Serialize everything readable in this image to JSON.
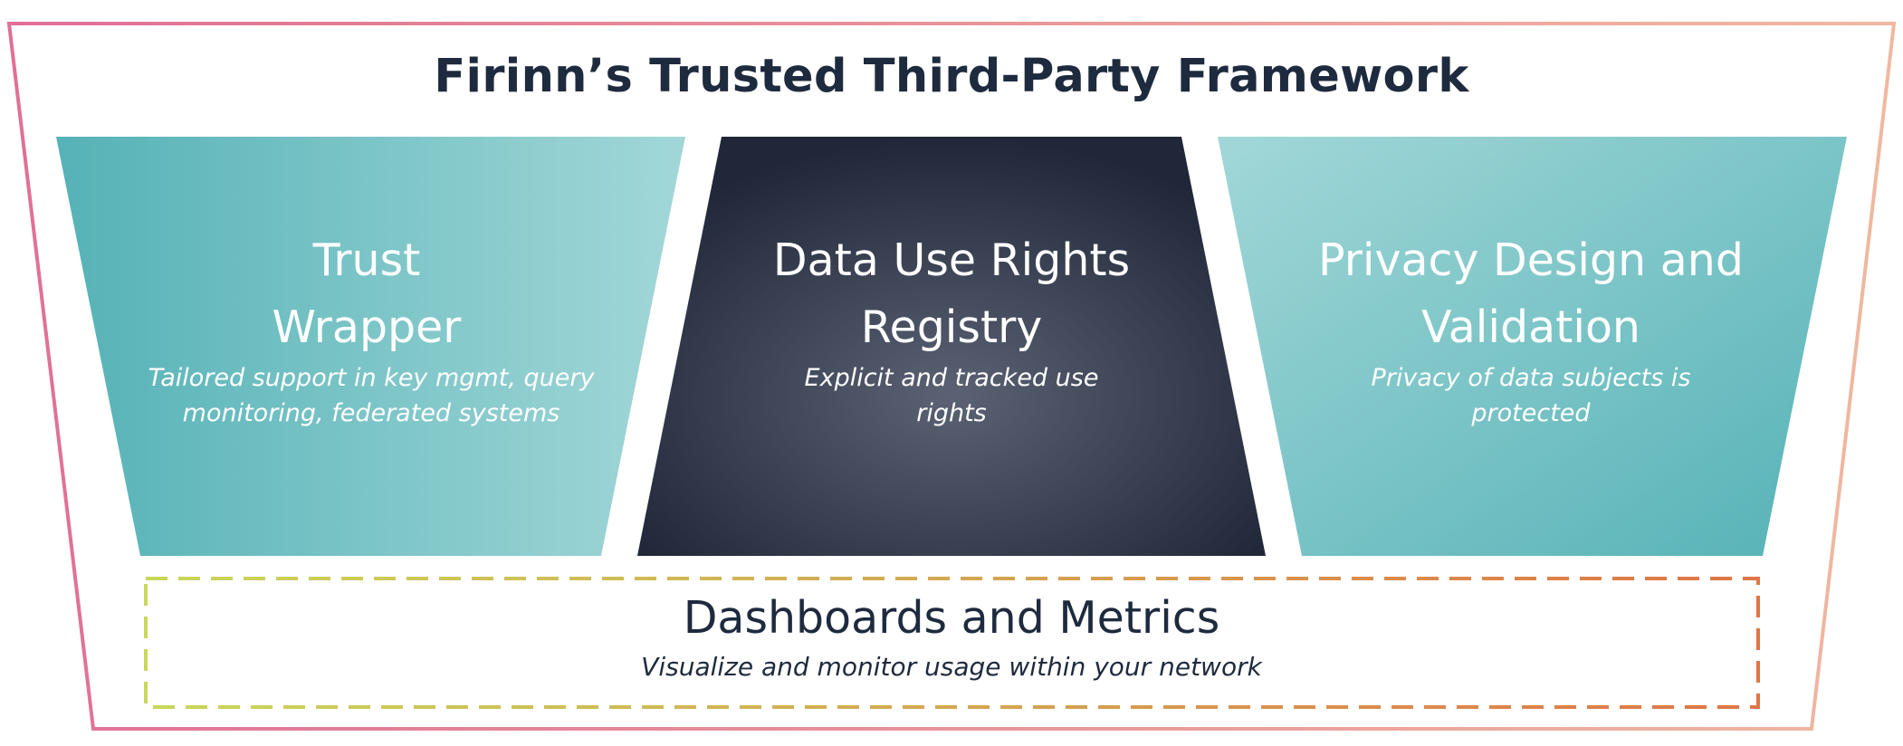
{
  "title": "Firinn’s Trusted Third-Party Framework",
  "pillars": [
    {
      "title": "Trust Wrapper",
      "subtitle": "Tailored support in key mgmt, query monitoring, federated systems"
    },
    {
      "title": "Data Use Rights Registry",
      "subtitle": "Explicit and tracked use rights"
    },
    {
      "title": "Privacy Design and Validation",
      "subtitle": "Privacy of data subjects is protected"
    }
  ],
  "dashboard": {
    "title": "Dashboards and Metrics",
    "subtitle": "Visualize and monitor usage within your network"
  },
  "colors": {
    "title_text": "#1e2a3e",
    "teal_dark": "#55b2b6",
    "teal_light": "#a2d7d8",
    "navy_dark": "#1f2739",
    "navy_light": "#5a6273",
    "frame_left": "#e07095",
    "frame_right": "#f0b8a0",
    "dash_left": "#c8d85a",
    "dash_right": "#e07548"
  }
}
